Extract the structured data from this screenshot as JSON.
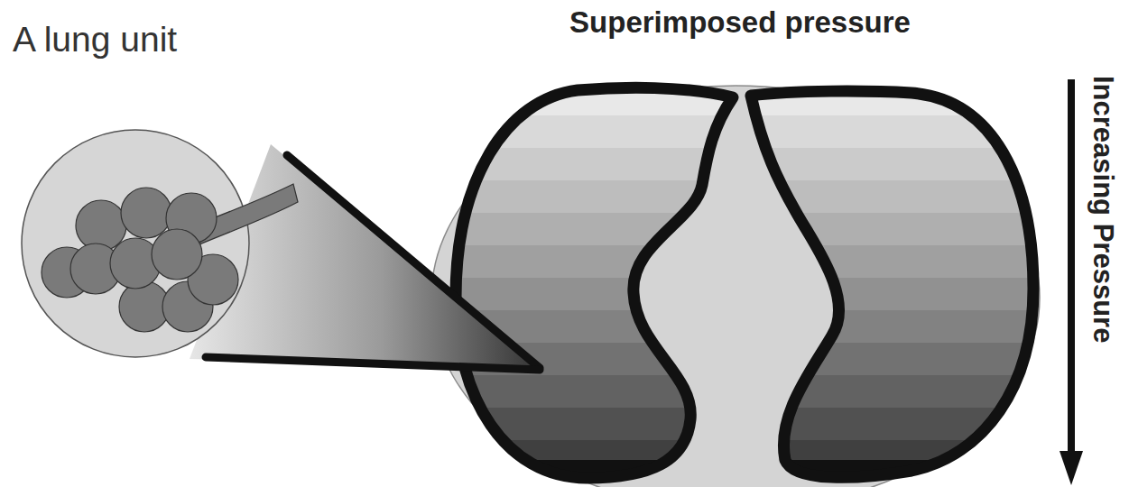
{
  "diagram": {
    "title": "Superimposed pressure",
    "labels": [
      "A lung unit",
      "Increasing Pressure"
    ]
  }
}
